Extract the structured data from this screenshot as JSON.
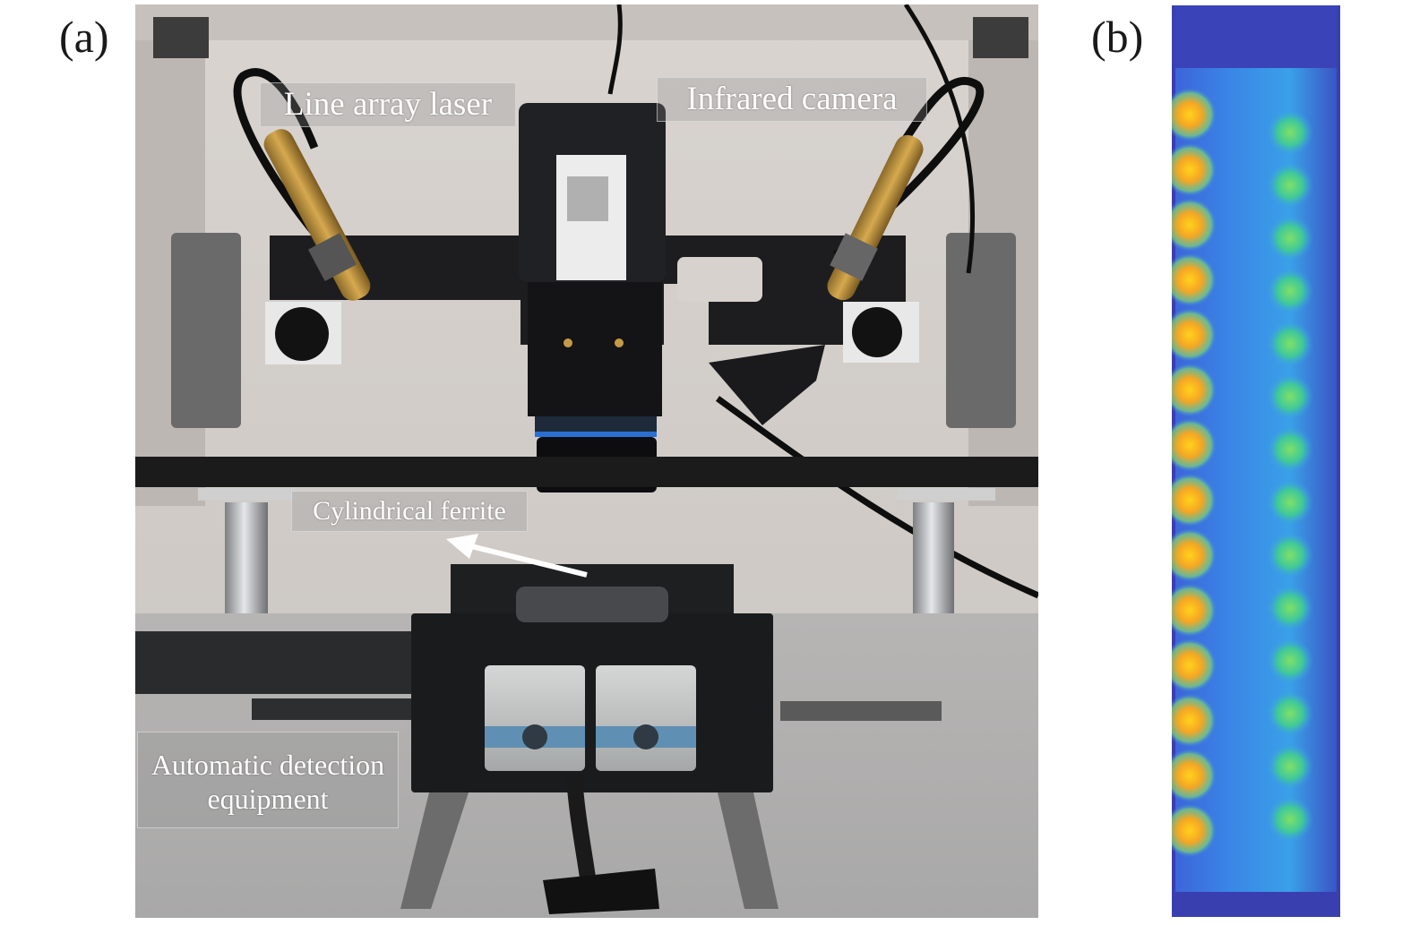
{
  "panels": {
    "a": {
      "label": "(a)"
    },
    "b": {
      "label": "(b)"
    }
  },
  "callouts": {
    "line_array_laser": "Line array laser",
    "infrared_camera": "Infrared camera",
    "cylindrical_ferrite": "Cylindrical ferrite",
    "automatic_detection_line1": "Automatic detection",
    "automatic_detection_line2": "equipment"
  },
  "colors": {
    "thermal_background": "#3b6fd6",
    "thermal_edge": "#3a3fb0",
    "hot_spot": "#f5a623",
    "warm_spot": "#5fd07a"
  }
}
